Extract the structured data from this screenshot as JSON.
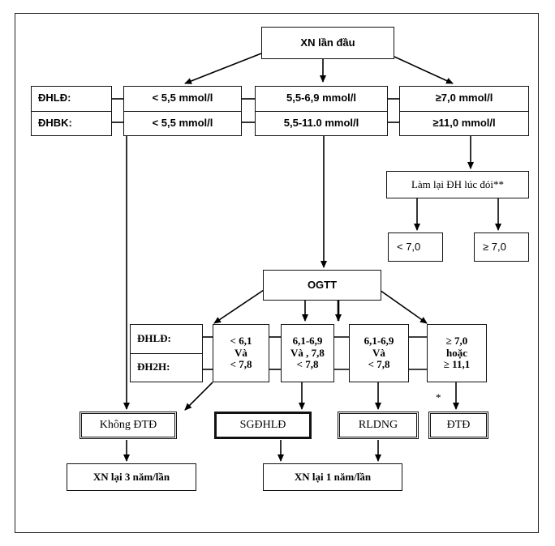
{
  "start": "XN lần đầu",
  "row1": {
    "label_top": "ĐHLĐ:",
    "label_bottom": "ĐHBK:",
    "low_top": "< 5,5 mmol/l",
    "low_bottom": "< 5,5 mmol/l",
    "mid_top": "5,5-6,9 mmol/l",
    "mid_bottom": "5,5-11.0 mmol/l",
    "high_top": "≥7,0 mmol/l",
    "high_bottom": "≥11,0 mmol/l"
  },
  "retest": {
    "title": "Làm lại ĐH lúc đói**",
    "below": "< 7,0",
    "above": "≥ 7,0"
  },
  "ogtt": {
    "title": "OGTT",
    "label_top": "ĐHLĐ:",
    "label_bottom": "ĐH2H:",
    "col1": [
      "< 6,1",
      "Và",
      "< 7,8"
    ],
    "col2": [
      "6,1-6,9",
      "Và , 7,8",
      "< 7,8"
    ],
    "col3": [
      "6,1-6,9",
      "Và",
      "< 7,8"
    ],
    "col4": [
      "≥ 7,0",
      "hoặc",
      "≥ 11,1"
    ]
  },
  "outcomes": {
    "normal": "Không ĐTĐ",
    "ifg": "SGĐHLĐ",
    "igt": "RLDNG",
    "diabetes": "ĐTĐ",
    "star": "*"
  },
  "followup": {
    "every3": "XN lại 3 năm/lần",
    "every1": "XN lại 1 năm/lần"
  }
}
